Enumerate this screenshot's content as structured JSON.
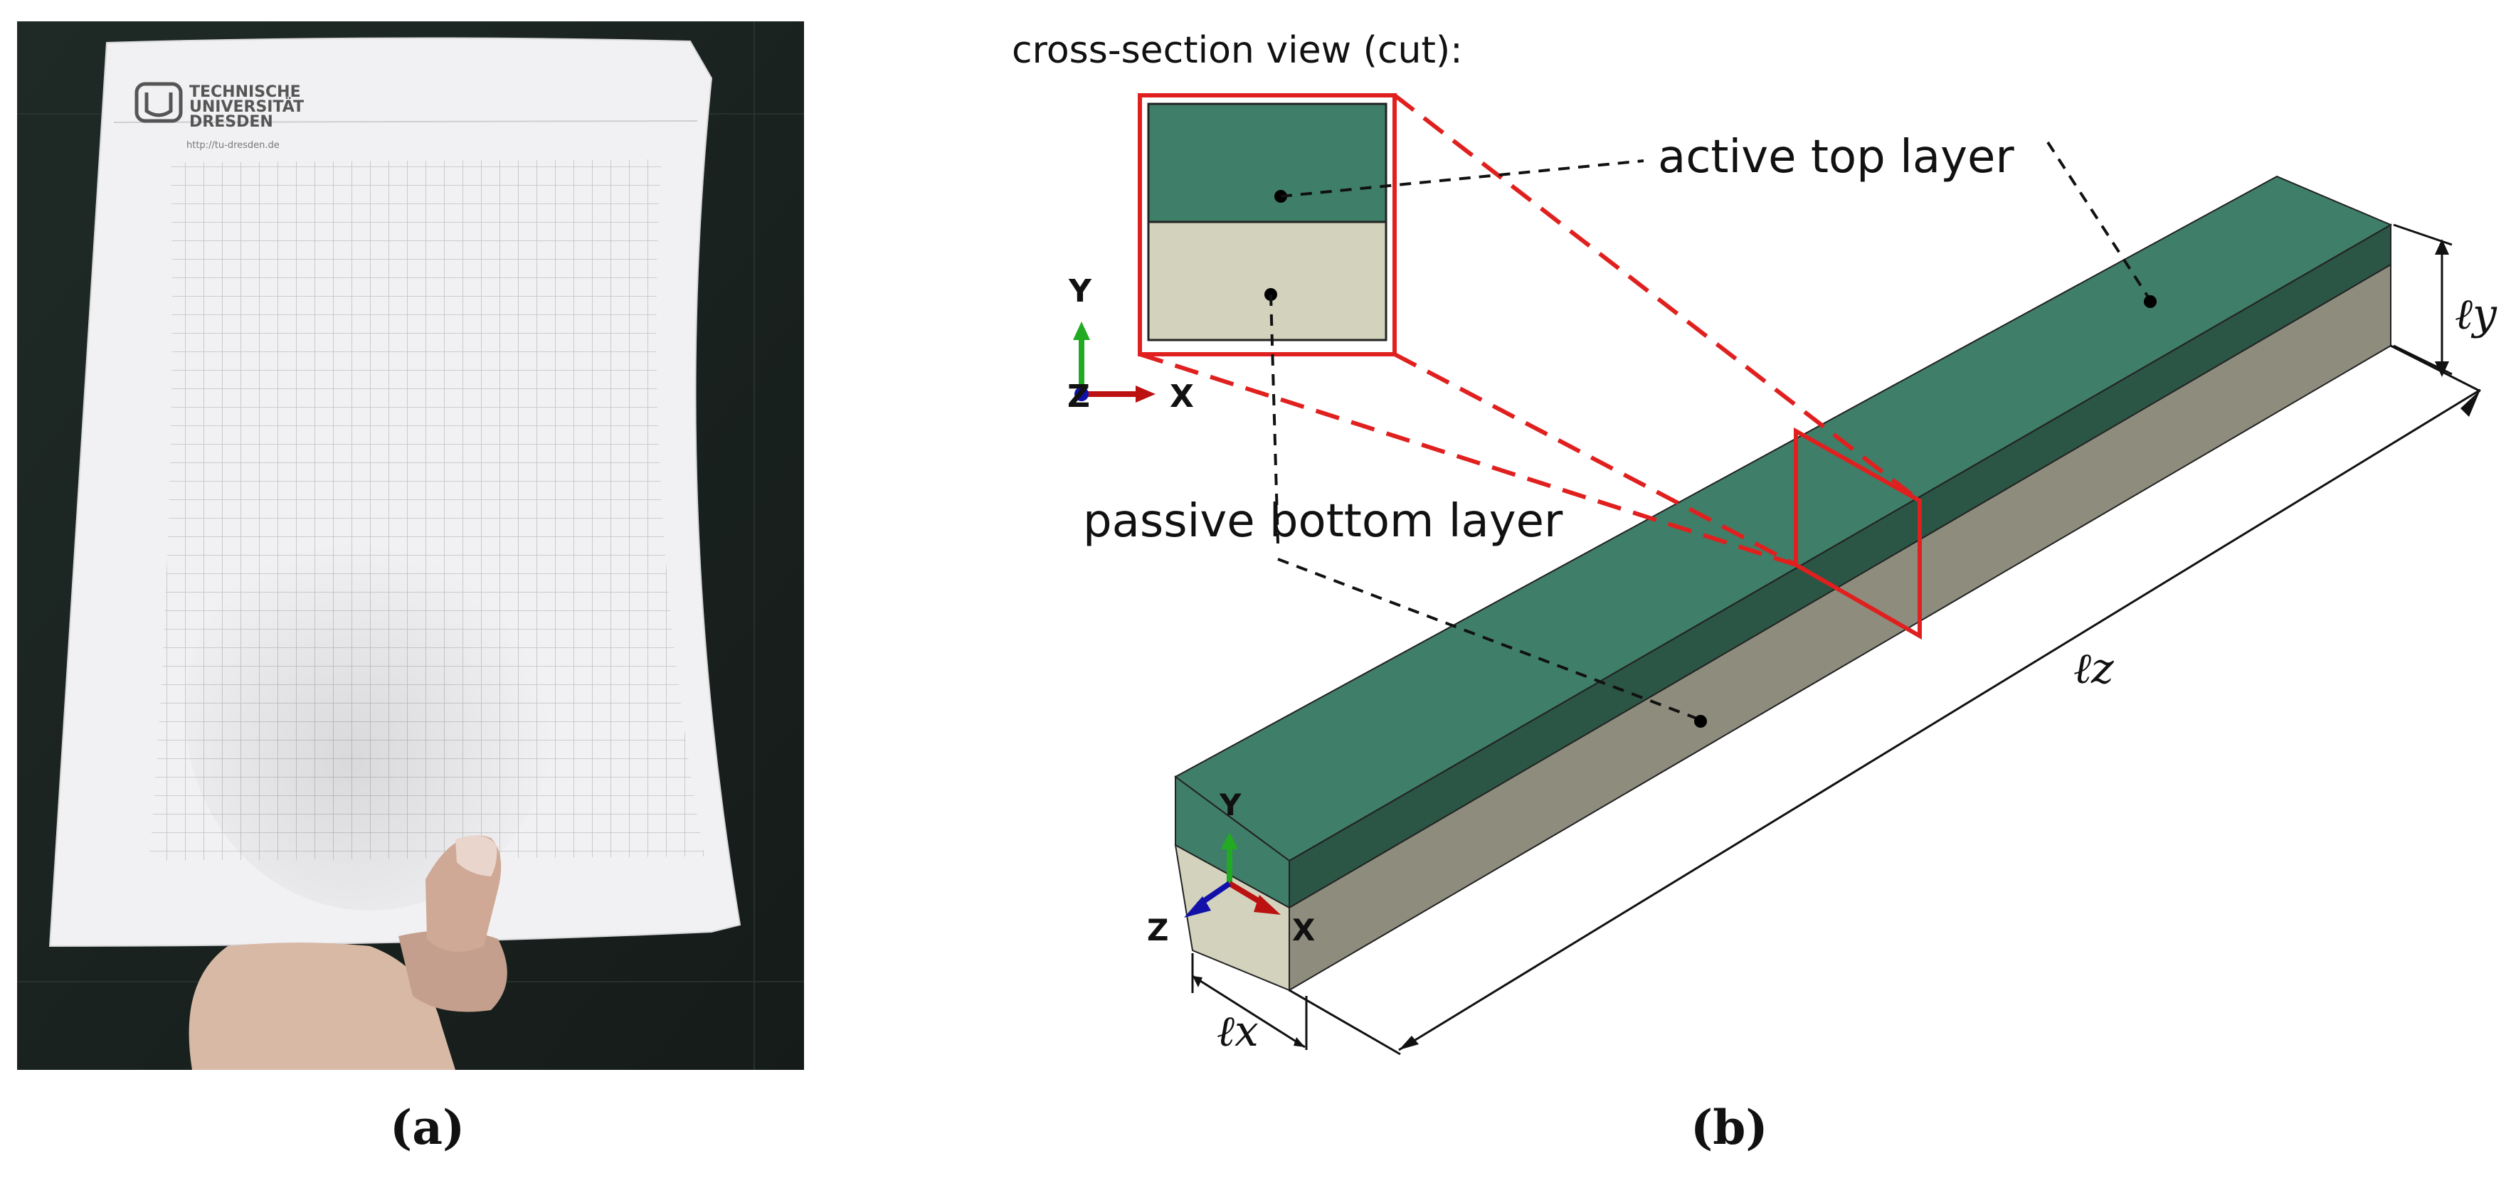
{
  "panel_a": {
    "caption": "(a)",
    "logo_lines": [
      "TECHNISCHE",
      "UNIVERSITÄT",
      "DRESDEN"
    ],
    "url": "http://tu-dresden.de"
  },
  "panel_b": {
    "caption": "(b)",
    "cross_section_title": "cross-section view (cut):",
    "label_active": "active top layer",
    "label_passive": "passive bottom layer",
    "axis_labels": {
      "y": "Y",
      "x": "X",
      "z": "Z"
    },
    "dimensions": {
      "lx": "ℓx",
      "ly": "ℓy",
      "lz": "ℓz"
    },
    "colors": {
      "active_top": "#3f7e68",
      "active_side": "#2b5545",
      "passive_front": "#d3d2bd",
      "passive_side": "#8d8c7d",
      "cut_outline": "#e0201e",
      "axis_y": "#22aa22",
      "axis_x": "#bb1111",
      "axis_z": "#1111aa"
    }
  }
}
